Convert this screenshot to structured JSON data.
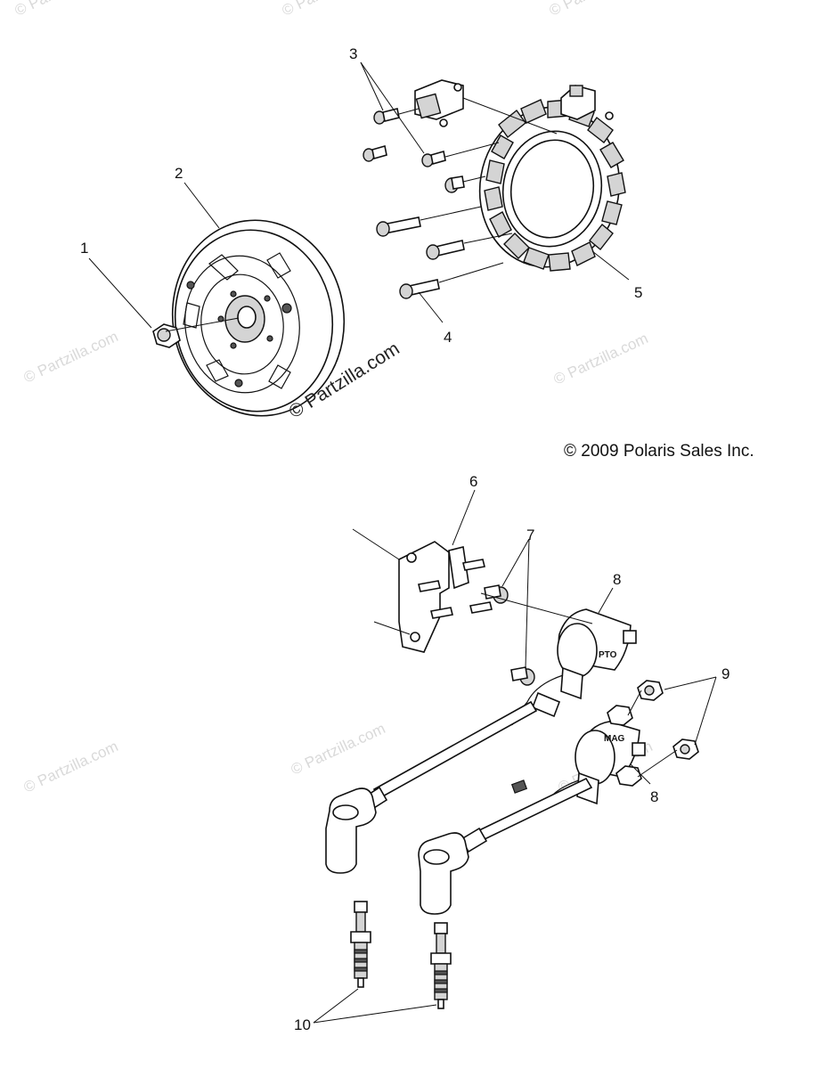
{
  "copyright": "© 2009 Polaris Sales Inc.",
  "watermark": "© Partzilla.com",
  "coil_labels": {
    "pto": "PTO",
    "mag": "MAG"
  },
  "callouts": [
    "1",
    "2",
    "3",
    "4",
    "5",
    "6",
    "7",
    "8",
    "8",
    "9",
    "10"
  ]
}
